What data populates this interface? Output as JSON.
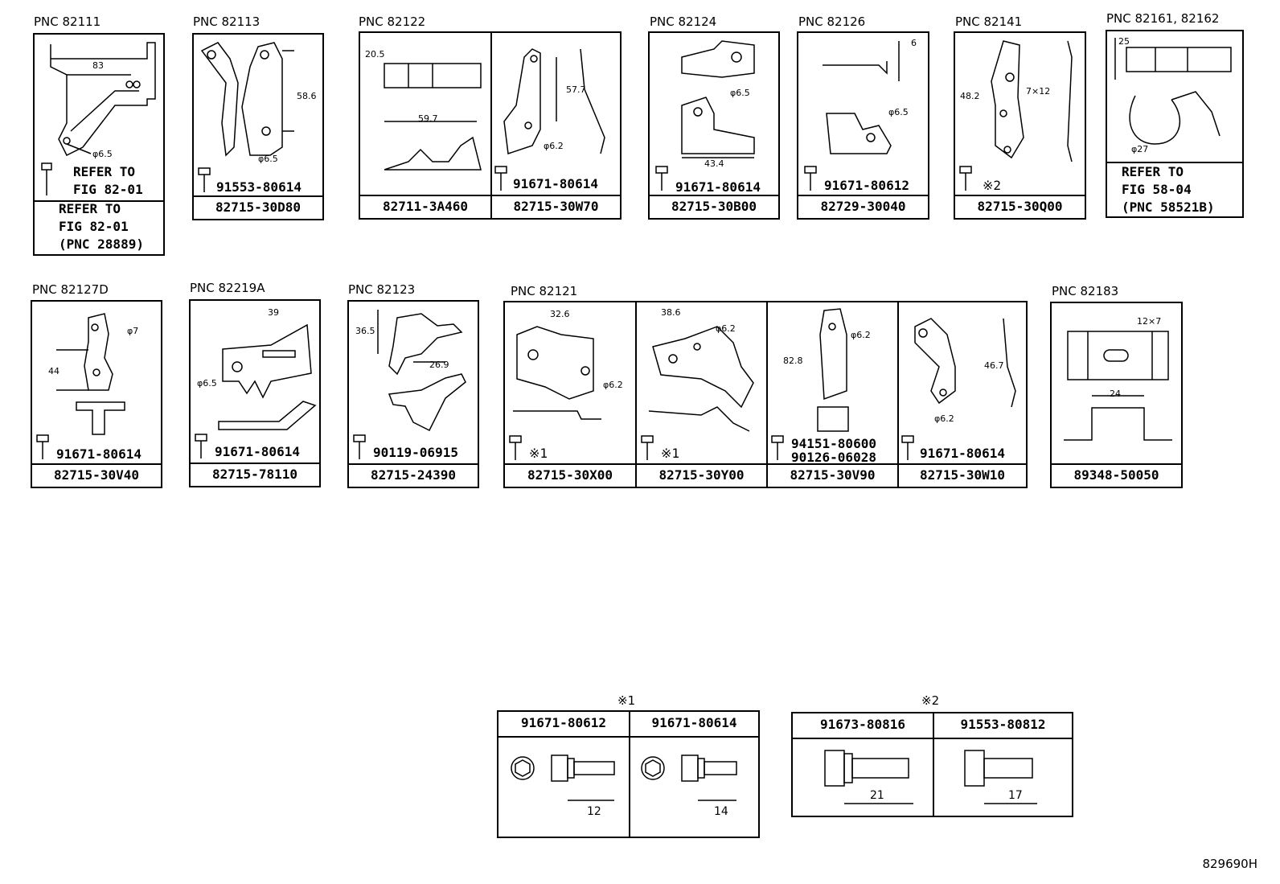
{
  "top_row": [
    {
      "pnc": "PNC 82111",
      "ref_top": "REFER TO\nFIG 82-01",
      "ref_bottom": "REFER TO\nFIG 82-01\n(PNC 28889)",
      "dims": [
        "83",
        "φ6.5"
      ]
    },
    {
      "pnc": "PNC 82113",
      "bolt": "91553-80614",
      "part": "82715-30D80",
      "dims": [
        "58.6",
        "φ6.5"
      ]
    },
    {
      "pnc": "PNC 82122",
      "bolt": "91671-80614",
      "parts": [
        "82711-3A460",
        "82715-30W70"
      ],
      "dims": [
        "20.5",
        "59.7",
        "57.7",
        "φ6.2"
      ]
    },
    {
      "pnc": "PNC 82124",
      "bolt": "91671-80614",
      "part": "82715-30B00",
      "dims": [
        "φ6.5",
        "43.4"
      ]
    },
    {
      "pnc": "PNC 82126",
      "bolt": "91671-80612",
      "part": "82729-30040",
      "dims": [
        "6",
        "φ6.5"
      ]
    },
    {
      "pnc": "PNC 82141",
      "bolt": "※2",
      "part": "82715-30Q00",
      "dims": [
        "48.2",
        "7×12"
      ]
    },
    {
      "pnc": "PNC 82161, 82162",
      "ref": "REFER TO\nFIG 58-04\n(PNC 58521B)",
      "dims": [
        "25",
        "φ27"
      ]
    }
  ],
  "mid_row": [
    {
      "pnc": "PNC 82127D",
      "bolt": "91671-80614",
      "part": "82715-30V40",
      "dims": [
        "44",
        "φ7"
      ]
    },
    {
      "pnc": "PNC 82219A",
      "bolt": "91671-80614",
      "part": "82715-78110",
      "dims": [
        "39",
        "φ6.5"
      ]
    },
    {
      "pnc": "PNC 82123",
      "bolt": "90119-06915",
      "part": "82715-24390",
      "dims": [
        "36.5",
        "26.9"
      ]
    },
    {
      "pnc": "PNC 82121",
      "bolts": [
        "※1",
        "※1",
        "94151-80600",
        "90126-06028",
        "91671-80614"
      ],
      "parts": [
        "82715-30X00",
        "82715-30Y00",
        "82715-30V90",
        "82715-30W10"
      ],
      "dims": [
        "32.6",
        "φ6.2",
        "38.6",
        "φ6.2",
        "82.8",
        "φ6.2",
        "46.7",
        "φ6.2"
      ]
    },
    {
      "pnc": "PNC 82183",
      "part": "89348-50050",
      "dims": [
        "12×7",
        "24"
      ]
    }
  ],
  "note1": {
    "mark": "※1",
    "headers": [
      "91671-80612",
      "91671-80614"
    ],
    "lengths": [
      "12",
      "14"
    ]
  },
  "note2": {
    "mark": "※2",
    "headers": [
      "91673-80816",
      "91553-80812"
    ],
    "lengths": [
      "21",
      "17"
    ]
  },
  "footer": "829690H"
}
